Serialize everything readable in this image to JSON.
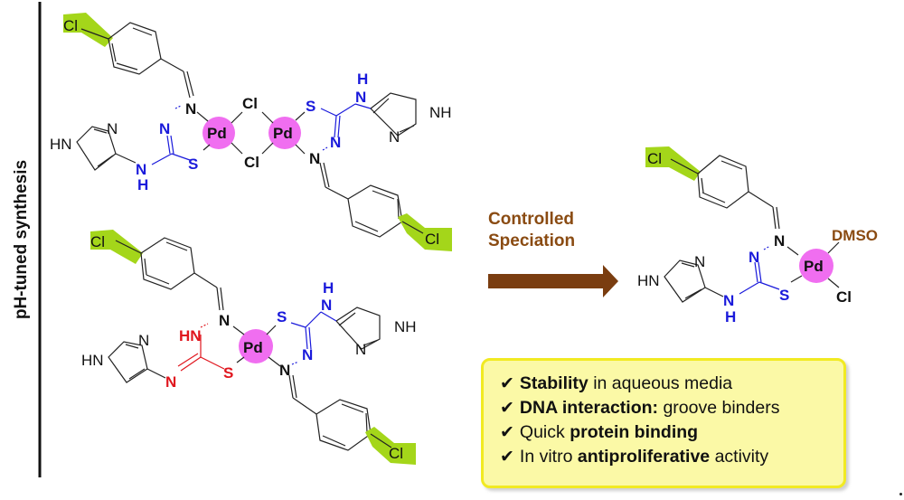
{
  "side_label": "pH-tuned synthesis",
  "arrow": {
    "line1": "Controlled",
    "line2": "Speciation",
    "color": "#8a4b12"
  },
  "colors": {
    "metal_highlight": "#f06ef0",
    "chlorine_highlight": "#a4d61a",
    "ligand_blue": "#1a1adb",
    "tautomer_red": "#e0161e",
    "benefit_box_fill": "#fbf9a6",
    "benefit_box_border": "#f1ea22"
  },
  "structures": {
    "dimer": {
      "metal": "Pd",
      "bridging": "Cl",
      "aryl_halogen": "Cl",
      "imidazole_nh": "HN",
      "imidazole_nh_right": "NH",
      "imidazole_n": "N",
      "imine_n": "N",
      "hydrazine_n": "N",
      "thiolate_s": "S",
      "amine_n": "N",
      "amine_h": "H"
    },
    "monomer_mixed": {
      "metal": "Pd",
      "red_hn": "HN",
      "red_n": "N",
      "red_s": "S",
      "blue_s": "S",
      "blue_n": "N",
      "amine_n": "N",
      "amine_h": "H",
      "imine_n": "N",
      "imidazole_nh_left": "HN",
      "imidazole_nh_right": "NH",
      "imidazole_n": "N",
      "aryl_halogen": "Cl"
    },
    "product": {
      "metal": "Pd",
      "ligand_dmso": "DMSO",
      "ligand_cl": "Cl",
      "aryl_halogen": "Cl",
      "imine_n": "N",
      "hydrazine_n": "N",
      "thiolate_s": "S",
      "amine_n": "N",
      "amine_h": "H",
      "imidazole_nh": "HN",
      "imidazole_n": "N"
    }
  },
  "benefits": [
    {
      "check": "✔",
      "bold_prefix": "Stability",
      "text_after": " in aqueous media",
      "plain_prefix": "",
      "bold_mid": ""
    },
    {
      "check": "✔",
      "bold_prefix": "DNA interaction:",
      "text_after": " groove binders",
      "plain_prefix": "",
      "bold_mid": ""
    },
    {
      "check": "✔",
      "bold_prefix": "",
      "plain_prefix": "Quick ",
      "bold_mid": "protein binding",
      "text_after": ""
    },
    {
      "check": "✔",
      "bold_prefix": "",
      "plain_prefix": "In vitro ",
      "bold_mid": "antiproliferative",
      "text_after": " activity"
    }
  ]
}
